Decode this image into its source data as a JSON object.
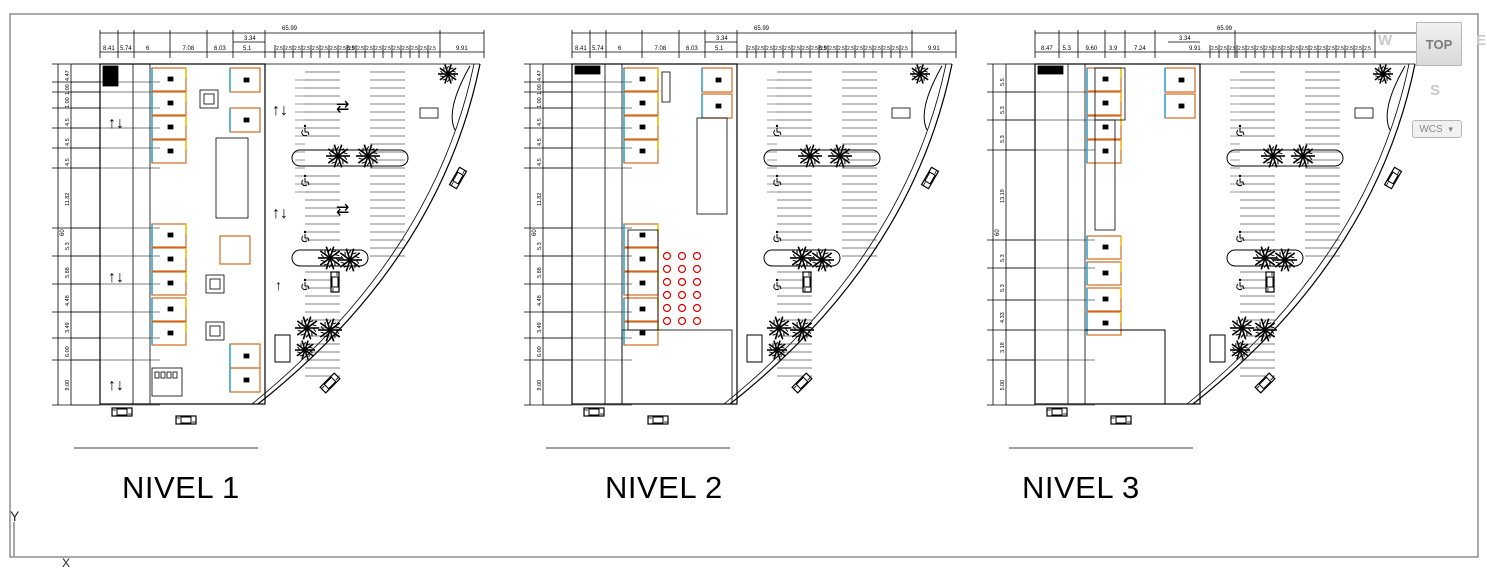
{
  "levels": [
    {
      "name": "NIVEL 1"
    },
    {
      "name": "NIVEL 2"
    },
    {
      "name": "NIVEL 3"
    }
  ],
  "dims": {
    "total_width": "65.99",
    "sub_width": "3.34",
    "level12_top_segments": [
      "8.41",
      "5.74",
      "6",
      "7.08",
      "6.03",
      "5.1",
      "8.9",
      "9.91"
    ],
    "level3_top_segments": [
      "8.47",
      "5.3",
      "9.60",
      "3.9",
      "7.24",
      "9.91"
    ],
    "left_segments": [
      "4.47",
      "1.00",
      "1.00",
      "4.5",
      "4.5",
      "4.5",
      "11.82",
      "5.3",
      "5.88",
      "4.48",
      "3.49",
      "6.00",
      "9.00"
    ],
    "left_segments_l3": [
      "5.5",
      "5.3",
      "5.3",
      "13.19",
      "5.3",
      "5.3",
      "4.33",
      "3.18",
      "5.00"
    ],
    "total_height": "60"
  },
  "viewcube": {
    "top_label": "TOP",
    "west": "W",
    "east": "E",
    "south": "S",
    "wcs_label": "WCS",
    "wcs_arrow": "▼"
  },
  "ucs": {
    "y_label": "Y",
    "x_label": "X"
  },
  "colors": {
    "line": "#000000",
    "red": "#e00000",
    "orange": "#d2691e",
    "yellow": "#e8c800",
    "cyan": "#2aa7d8",
    "frame": "#555555"
  }
}
